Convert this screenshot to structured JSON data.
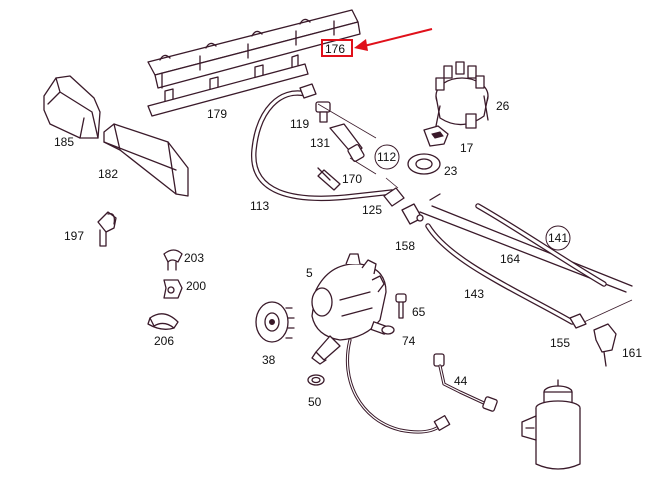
{
  "colors": {
    "line": "#3a1a2a",
    "highlight": "#e0101a",
    "text": "#111111",
    "background": "#ffffff"
  },
  "highlighted_label": "176",
  "labels": {
    "p176": "176",
    "p179": "179",
    "p185": "185",
    "p182": "182",
    "p119": "119",
    "p131": "131",
    "p112": "112",
    "p170": "170",
    "p113": "113",
    "p125": "125",
    "p26": "26",
    "p17": "17",
    "p23": "23",
    "p158": "158",
    "p141": "141",
    "p164": "164",
    "p143": "143",
    "p155": "155",
    "p161": "161",
    "p197": "197",
    "p203": "203",
    "p200": "200",
    "p206": "206",
    "p5": "5",
    "p65": "65",
    "p74": "74",
    "p38": "38",
    "p50": "50",
    "p44": "44"
  }
}
